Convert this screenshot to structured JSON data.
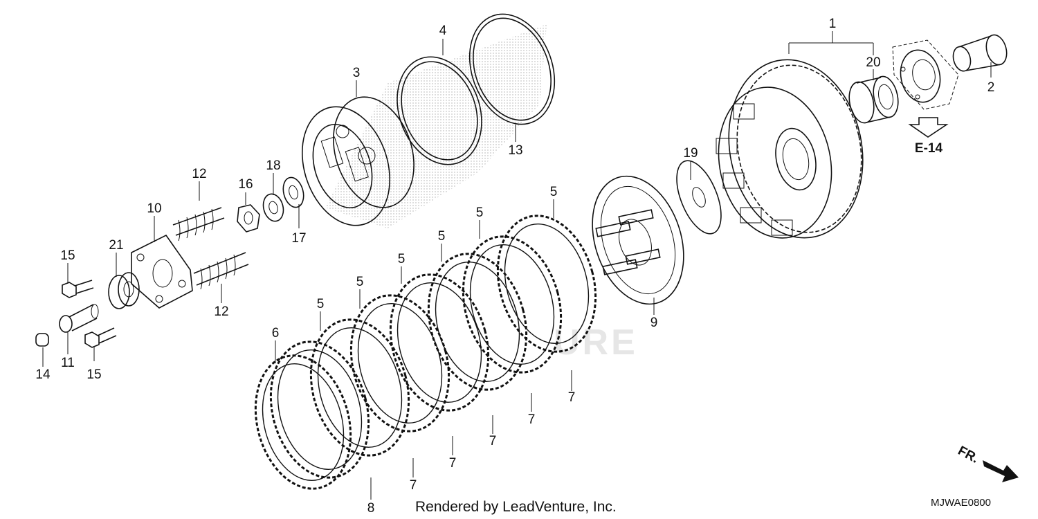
{
  "diagram": {
    "callouts": [
      "1",
      "2",
      "3",
      "4",
      "5",
      "6",
      "7",
      "8",
      "9",
      "10",
      "11",
      "12",
      "13",
      "14",
      "15",
      "16",
      "17",
      "18",
      "19",
      "20",
      "21"
    ],
    "reference": "E-14",
    "direction": "FR.",
    "footer": "Rendered by LeadVenture, Inc.",
    "code": "MJWAE0800",
    "watermark": "URE"
  }
}
